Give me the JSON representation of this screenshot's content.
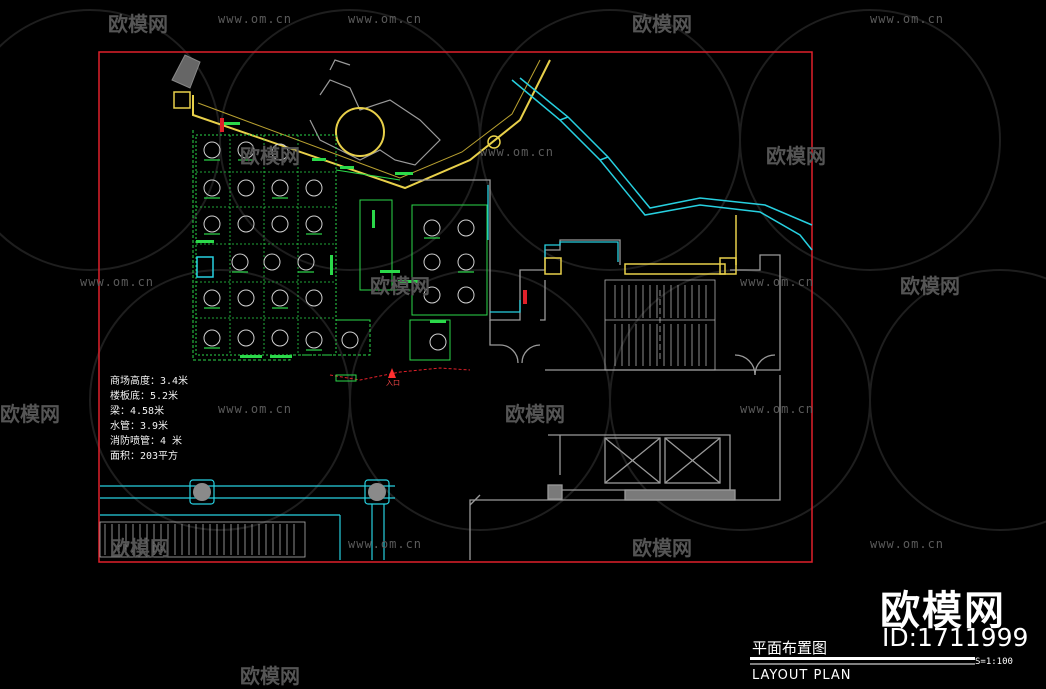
{
  "notes": [
    "商场高度：3.4米",
    "楼板底：5.2米",
    "梁：4.58米",
    "水管：3.9米",
    "消防喷管：4 米",
    "面积：203平方"
  ],
  "title_cn": "平面布置图",
  "title_en": "LAYOUT PLAN",
  "scale": "S=1:100",
  "entry_label": "入口",
  "brand": {
    "name": "欧模网",
    "id": "ID:1711999"
  },
  "watermark": {
    "site": "www.om.cn",
    "logo": "欧模网"
  },
  "colors": {
    "background": "#000000",
    "border": "#e0202a",
    "cyan": "#27d0e0",
    "green": "#2bd94a",
    "yellow": "#e8d04a",
    "gray": "#8a8a8a"
  }
}
